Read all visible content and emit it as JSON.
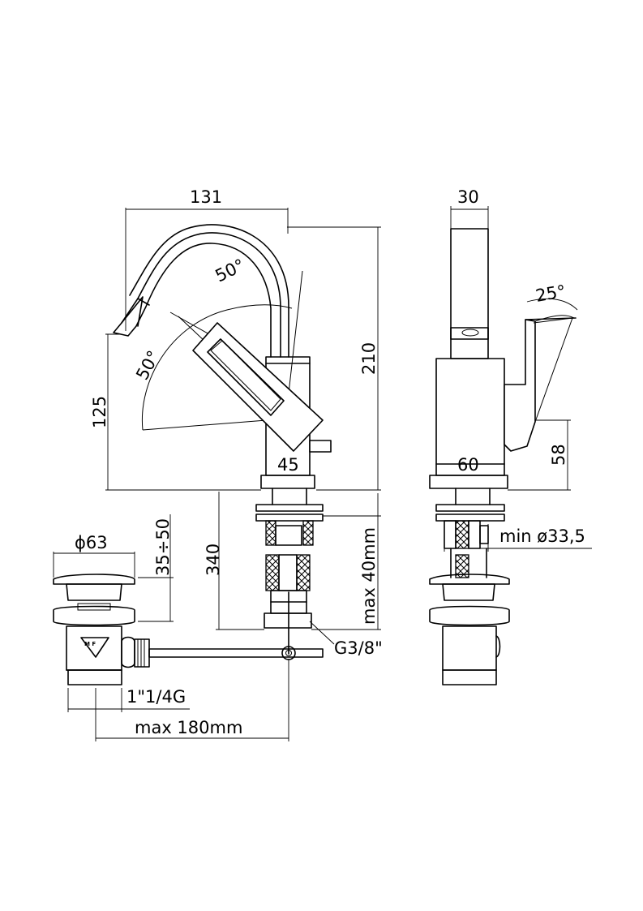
{
  "dimensions": {
    "spout_reach": "131",
    "spout_angle": "50°",
    "lever_angle": "50°",
    "total_height": "210",
    "lever_height": "125",
    "body_width_front": "45",
    "side_depth": "30",
    "side_angle": "25°",
    "side_height": "58",
    "side_body_width": "60",
    "hole_diameter": "min ø33,5",
    "waste_diameter": "ϕ63",
    "waste_height": "35÷50",
    "pipe_length": "340",
    "deck_thickness": "max 40mm",
    "thread_supply": "G3/8\"",
    "thread_waste": "1\"1/4G",
    "rod_length": "max 180mm"
  },
  "waste_mark": "M F"
}
